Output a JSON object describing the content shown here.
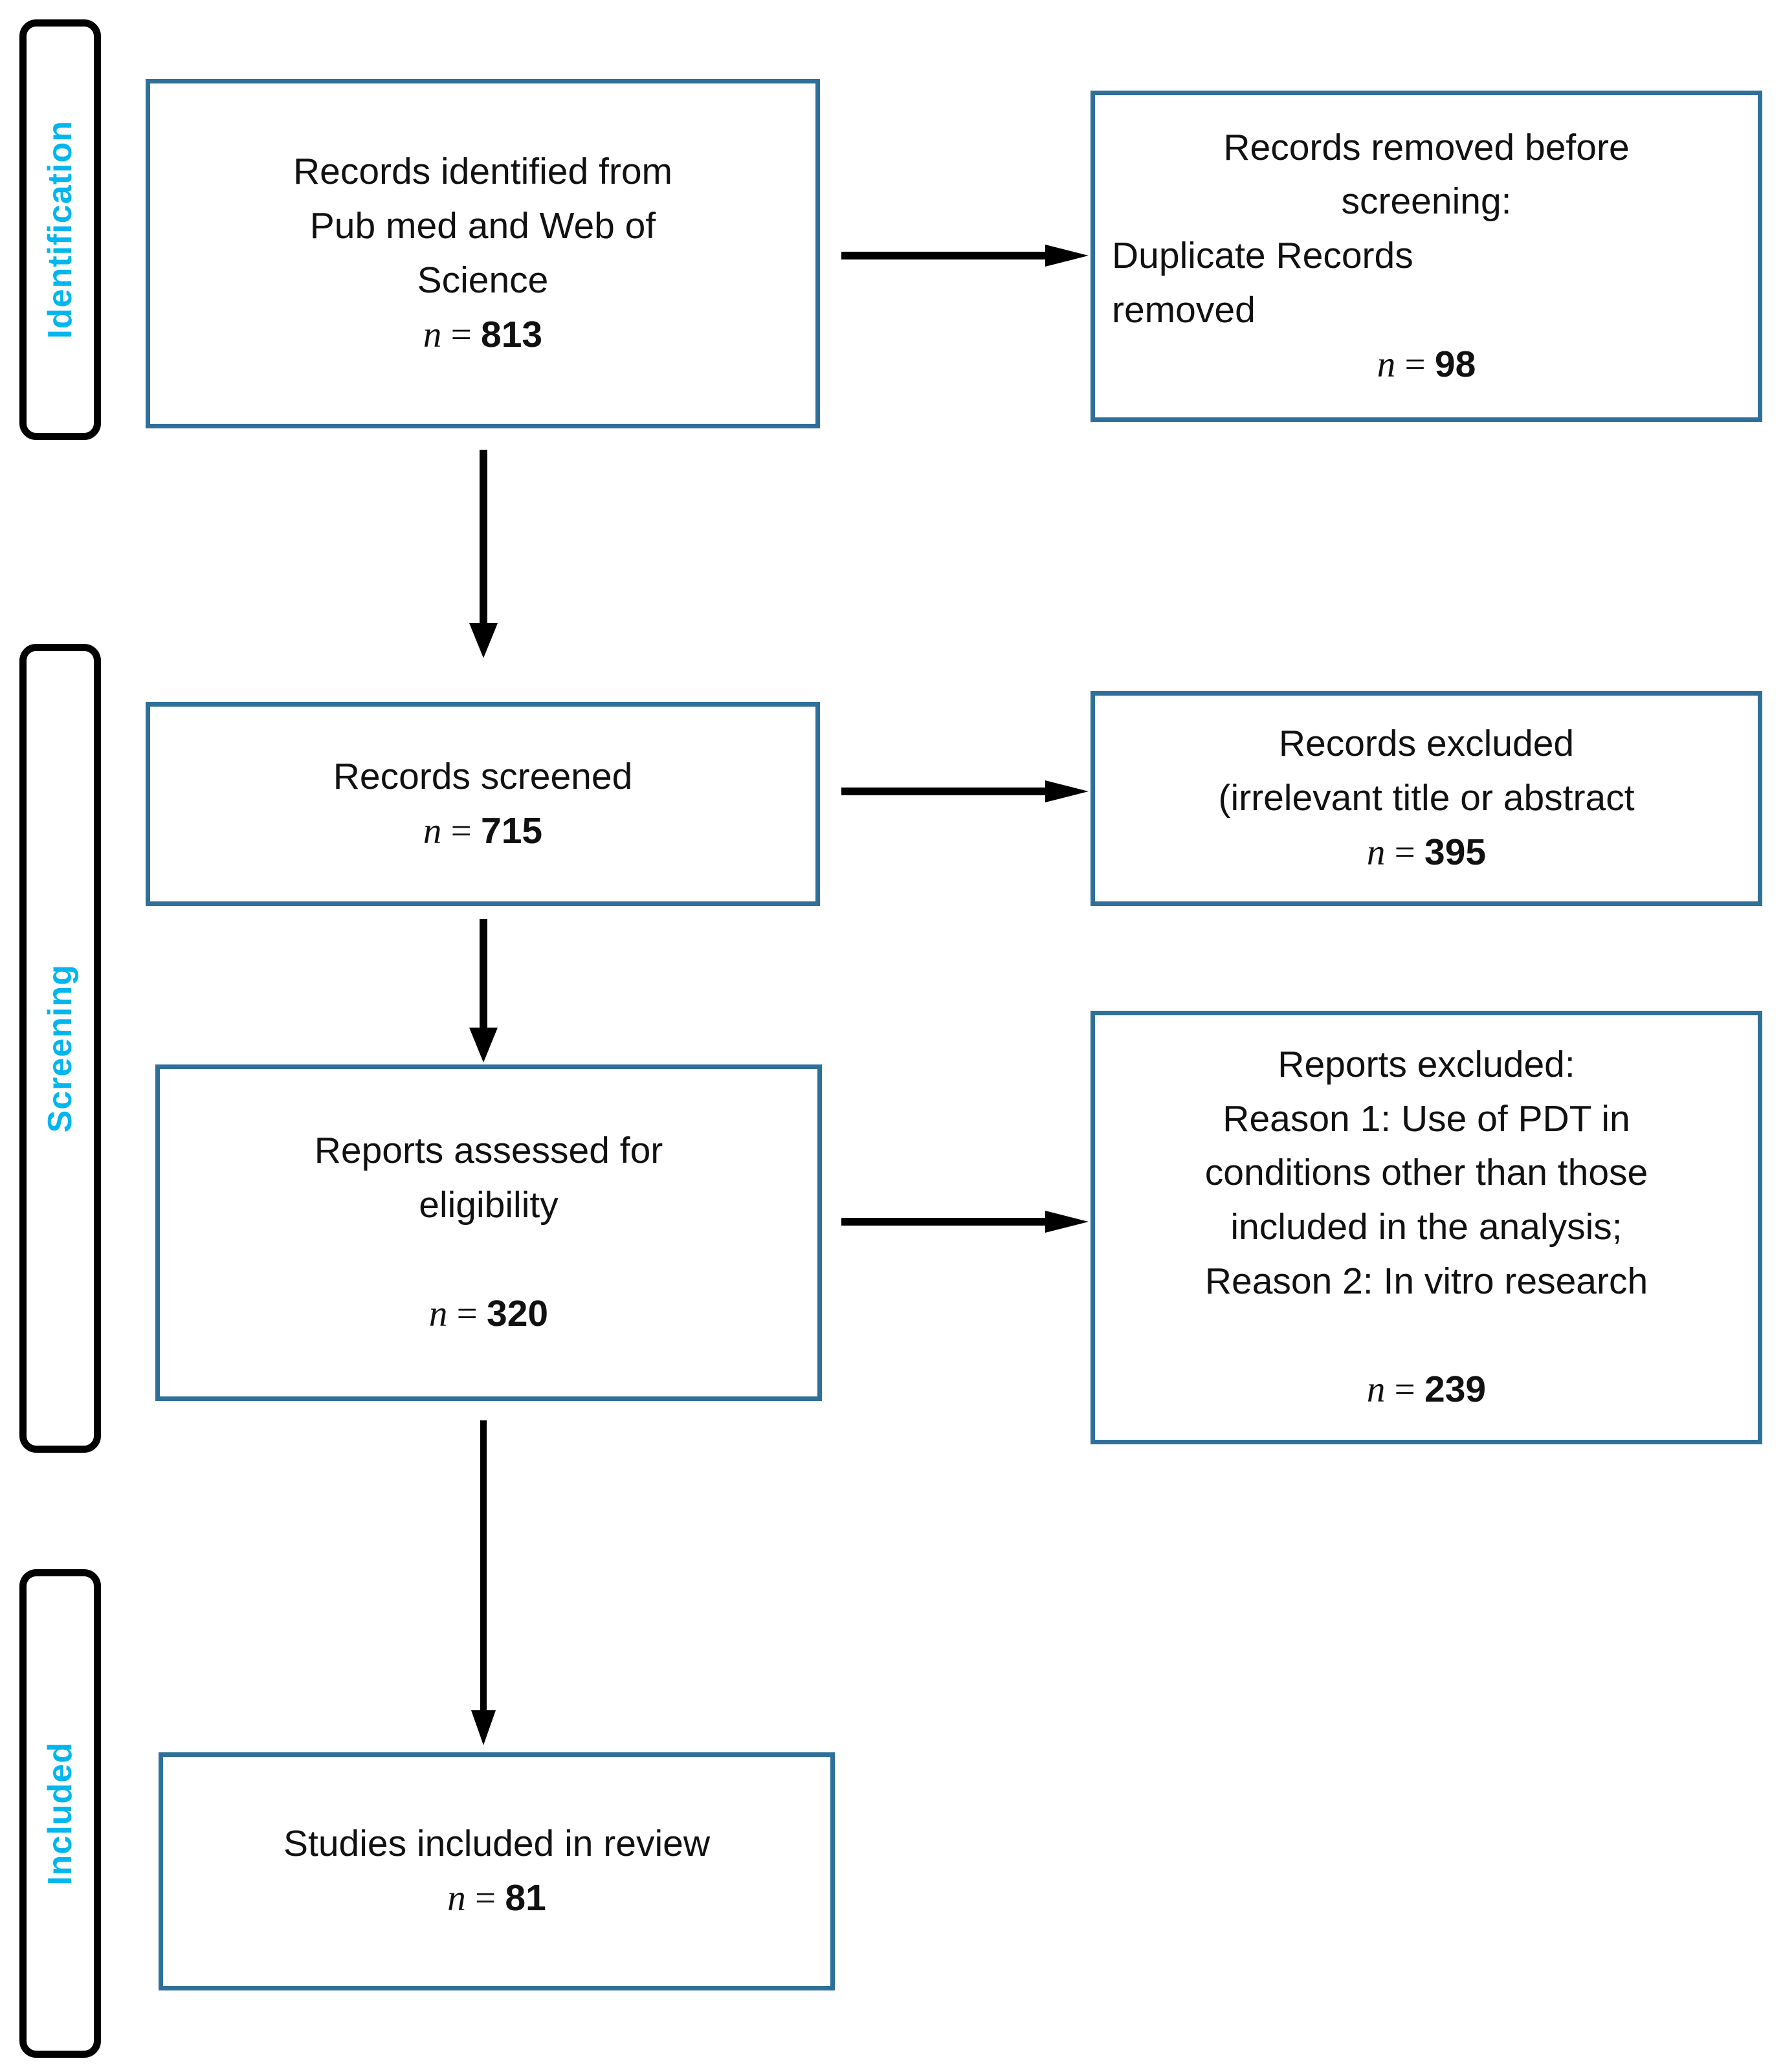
{
  "diagram": {
    "title": "PRISMA flow diagram",
    "accent_border_color": "#2e7099",
    "stage_label_color": "#00b6ee",
    "arrow_color": "#000000",
    "text_color": "#111111"
  },
  "stages": [
    {
      "key": "identification",
      "label": "Identification"
    },
    {
      "key": "screening",
      "label": "Screening"
    },
    {
      "key": "included",
      "label": "Included"
    }
  ],
  "boxes": {
    "records_identified": {
      "lines": [
        "Records identified from",
        "Pub med and Web of",
        "Science"
      ],
      "count_prefix": "n",
      "count_equals": " = ",
      "count_value": "813"
    },
    "records_removed": {
      "lines": [
        "Records removed before",
        "screening:",
        "Duplicate Records",
        "removed"
      ],
      "count_prefix": "n",
      "count_equals": " = ",
      "count_value": "98"
    },
    "records_screened": {
      "lines": [
        "Records screened"
      ],
      "count_prefix": "n",
      "count_equals": " = ",
      "count_value": "715"
    },
    "records_excluded": {
      "lines": [
        "Records excluded",
        "(irrelevant title or abstract"
      ],
      "count_prefix": "n",
      "count_equals": " = ",
      "count_value": "395"
    },
    "reports_assessed": {
      "lines": [
        "Reports assessed for",
        "eligibility"
      ],
      "count_prefix": "n",
      "count_equals": " = ",
      "count_value": "320"
    },
    "reports_excluded": {
      "lines": [
        "Reports excluded:",
        "Reason 1: Use of PDT in",
        "conditions other than those",
        "included in the analysis;",
        "Reason 2: In vitro research"
      ],
      "count_prefix": "n",
      "count_equals": " = ",
      "count_value": "239"
    },
    "studies_included": {
      "lines": [
        "Studies included in review"
      ],
      "count_prefix": "n",
      "count_equals": " = ",
      "count_value": "81"
    }
  },
  "chart_data": {
    "type": "diagram",
    "subtype": "prisma-flow",
    "title": "PRISMA flow diagram",
    "nodes": [
      {
        "id": "records_identified",
        "stage": "Identification",
        "label": "Records identified from Pub med and Web of Science",
        "n": 813
      },
      {
        "id": "records_removed",
        "stage": "Identification",
        "label": "Records removed before screening: Duplicate Records removed",
        "n": 98
      },
      {
        "id": "records_screened",
        "stage": "Screening",
        "label": "Records screened",
        "n": 715
      },
      {
        "id": "records_excluded",
        "stage": "Screening",
        "label": "Records excluded (irrelevant title or abstract",
        "n": 395
      },
      {
        "id": "reports_assessed",
        "stage": "Screening",
        "label": "Reports assessed for eligibility",
        "n": 320
      },
      {
        "id": "reports_excluded",
        "stage": "Screening",
        "label": "Reports excluded: Reason 1: Use of PDT in conditions other than those included in the analysis; Reason 2: In vitro research",
        "n": 239
      },
      {
        "id": "studies_included",
        "stage": "Included",
        "label": "Studies included in review",
        "n": 81
      }
    ],
    "edges": [
      {
        "from": "records_identified",
        "to": "records_removed",
        "direction": "right"
      },
      {
        "from": "records_identified",
        "to": "records_screened",
        "direction": "down"
      },
      {
        "from": "records_screened",
        "to": "records_excluded",
        "direction": "right"
      },
      {
        "from": "records_screened",
        "to": "reports_assessed",
        "direction": "down"
      },
      {
        "from": "reports_assessed",
        "to": "reports_excluded",
        "direction": "right"
      },
      {
        "from": "reports_assessed",
        "to": "studies_included",
        "direction": "down"
      }
    ]
  }
}
